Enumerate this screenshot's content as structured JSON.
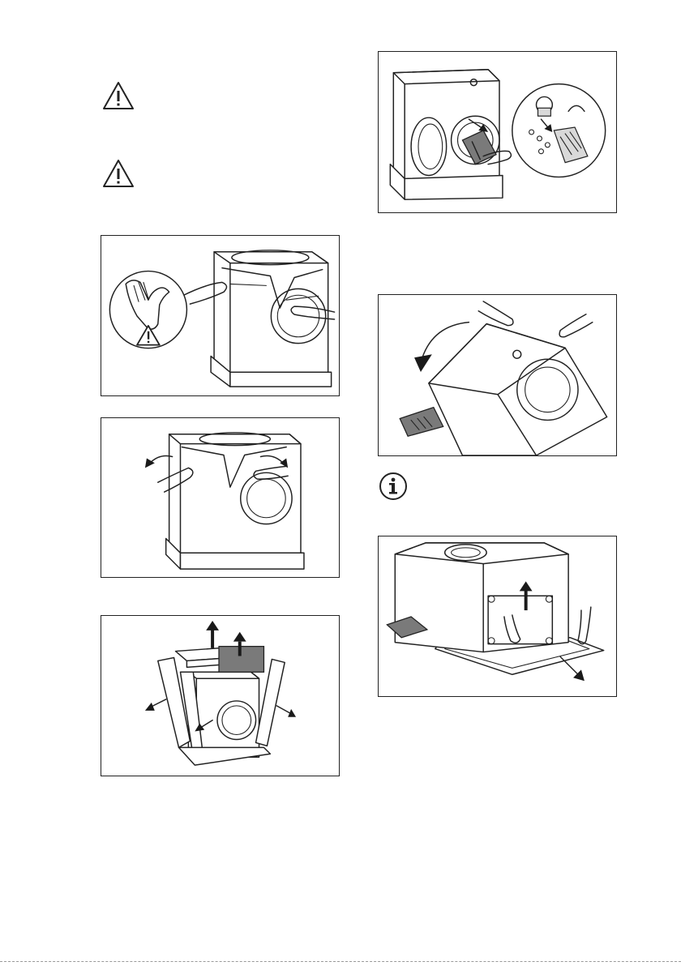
{
  "icons": {
    "warning_1": "warning-triangle-icon",
    "warning_2": "warning-triangle-icon",
    "info": "info-circle-icon"
  },
  "figures": [
    {
      "id": "fig-remove-cover-gloves",
      "depicts": "hand-in-glove-icon"
    },
    {
      "id": "fig-pull-film-open",
      "depicts": "arrow-icon"
    },
    {
      "id": "fig-remove-corner-protectors",
      "depicts": "arrow-icon"
    },
    {
      "id": "fig-open-door-remove-bag",
      "depicts": "bag-icon"
    },
    {
      "id": "fig-tilt-machine-back",
      "depicts": "curved-arrow-icon"
    },
    {
      "id": "fig-remove-base",
      "depicts": "arrow-icon"
    }
  ],
  "colors": {
    "line": "#222222",
    "fill_gray": "#7a7a7a",
    "page": "#ffffff"
  }
}
